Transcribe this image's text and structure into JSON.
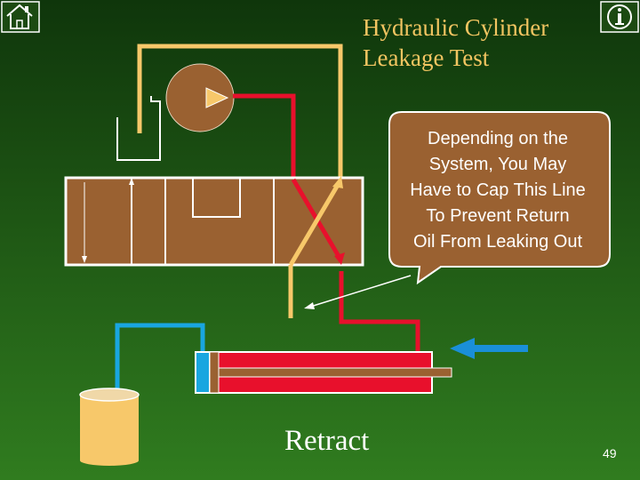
{
  "title": {
    "line1": "Hydraulic Cylinder",
    "line2": "Leakage Test"
  },
  "callout": {
    "lines": [
      "Depending on the",
      "System, You May",
      "Have to Cap This Line",
      "To Prevent Return",
      "Oil From Leaking Out"
    ]
  },
  "caption": "Retract",
  "page_number": "49",
  "icons": {
    "home": "home-icon",
    "info": "info-icon"
  },
  "colors": {
    "background_top": "#103a0c",
    "background_bottom": "#2f7a1f",
    "pressure_line": "#e8102c",
    "return_line": "#f7c86a",
    "tank_line": "#19a6e0",
    "component_fill": "#9a6131",
    "title_text": "#f2c561",
    "arrow_blue": "#1a8fd8"
  }
}
